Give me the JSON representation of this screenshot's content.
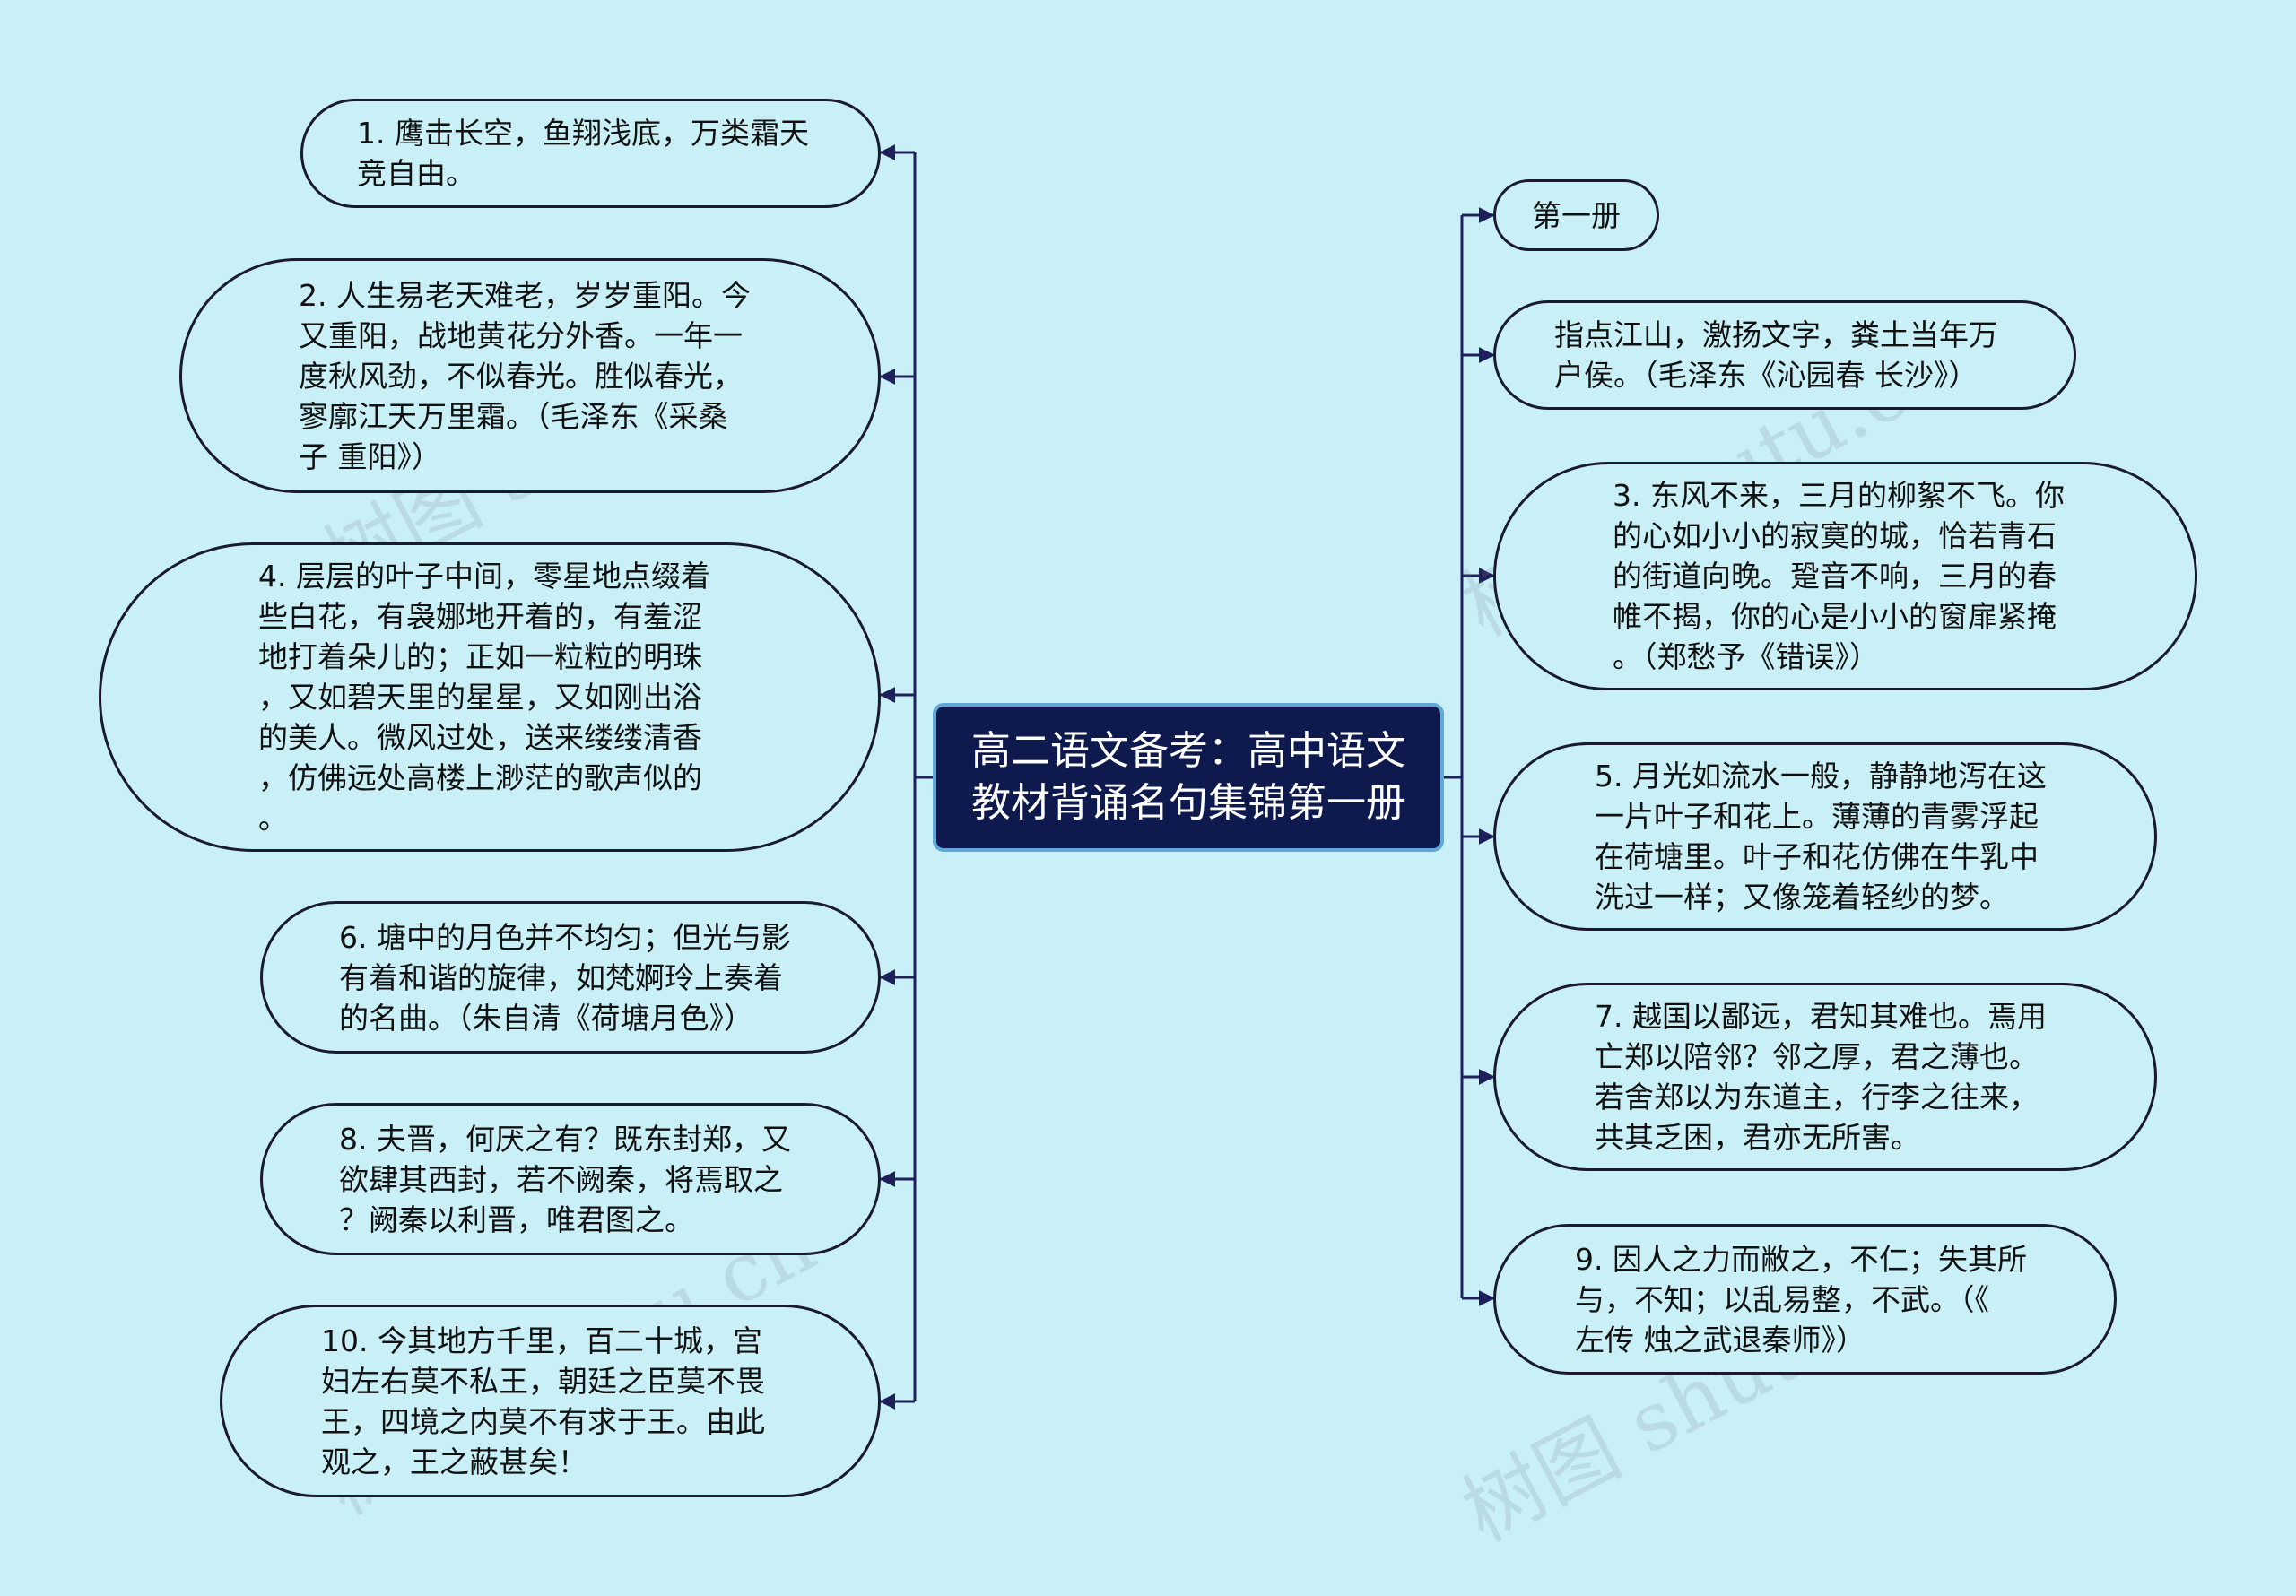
{
  "center": {
    "title": "高二语文备考：高中语文教材背诵名句集锦第一册"
  },
  "left": [
    "1. 鹰击长空，鱼翔浅底，万类霜天\n竞自由。",
    "2. 人生易老天难老，岁岁重阳。今\n又重阳，战地黄花分外香。一年一\n度秋风劲，不似春光。胜似春光，\n寥廓江天万里霜。（毛泽东《采桑\n子 重阳》）",
    "4. 层层的叶子中间，零星地点缀着\n些白花，有袅娜地开着的，有羞涩\n地打着朵儿的；正如一粒粒的明珠\n，又如碧天里的星星，又如刚出浴\n的美人。微风过处，送来缕缕清香\n，仿佛远处高楼上渺茫的歌声似的\n。",
    "6. 塘中的月色并不均匀；但光与影\n有着和谐的旋律，如梵婀玲上奏着\n的名曲。（朱自清《荷塘月色》）",
    "8. 夫晋，何厌之有？既东封郑，又\n欲肆其西封，若不阙秦，将焉取之\n？阙秦以利晋，唯君图之。",
    "10. 今其地方千里，百二十城，宫\n妇左右莫不私王，朝廷之臣莫不畏\n王，四境之内莫不有求于王。由此\n观之，王之蔽甚矣！"
  ],
  "right": [
    "第一册",
    "指点江山，激扬文字，粪土当年万\n户侯。（毛泽东《沁园春 长沙》）",
    "3. 东风不来，三月的柳絮不飞。你\n的心如小小的寂寞的城，恰若青石\n的街道向晚。跫音不响，三月的春\n帷不揭，你的心是小小的窗扉紧掩\n。（郑愁予《错误》）",
    "5. 月光如流水一般，静静地泻在这\n一片叶子和花上。薄薄的青雾浮起\n在荷塘里。叶子和花仿佛在牛乳中\n洗过一样；又像笼着轻纱的梦。",
    "7. 越国以鄙远，君知其难也。焉用\n亡郑以陪邻？邻之厚，君之薄也。\n若舍郑以为东道主，行李之往来，\n共其乏困，君亦无所害。",
    "9. 因人之力而敝之，不仁；失其所\n与，不知；以乱易整，不武。（《\n左传 烛之武退秦师》）"
  ],
  "watermark": "树图 shutu.cn",
  "colors": {
    "background": "#c9f0f7",
    "center_fill": "#0e1a4d",
    "edge": "#1f1f5c"
  }
}
